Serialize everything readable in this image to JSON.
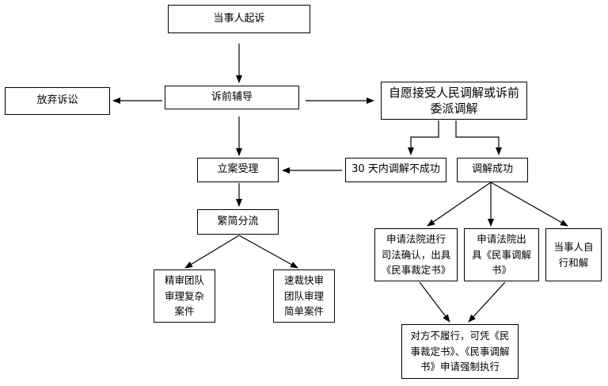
{
  "nodes": {
    "file_lawsuit": "当事人起诉",
    "pre_litigation_guidance": "诉前辅导",
    "abandon_lawsuit": "放弃诉讼",
    "voluntary_mediation": "自愿接受人民调解或诉前\n委派调解",
    "case_filing": "立案受理",
    "mediation_failed_30_days": "30 天内调解不成功",
    "mediation_success": "调解成功",
    "case_streaming": "繁简分流",
    "judicial_confirmation": "申请法院进行\n司法确认，出具\n《民事裁定书》",
    "mediation_document": "申请法院出\n具《民事调解\n书》",
    "self_settlement": "当事人自\n行和解",
    "elite_team_complex": "精审团队\n审理复杂\n案件",
    "fast_team_simple": "速裁快审\n团队审理\n简单案件",
    "enforcement": "对方不履行，可凭《民\n事裁定书》、《民事调解\n书》申请强制执行"
  },
  "colors": {
    "stroke": "#000000",
    "fill": "#ffffff",
    "text": "#000000"
  }
}
